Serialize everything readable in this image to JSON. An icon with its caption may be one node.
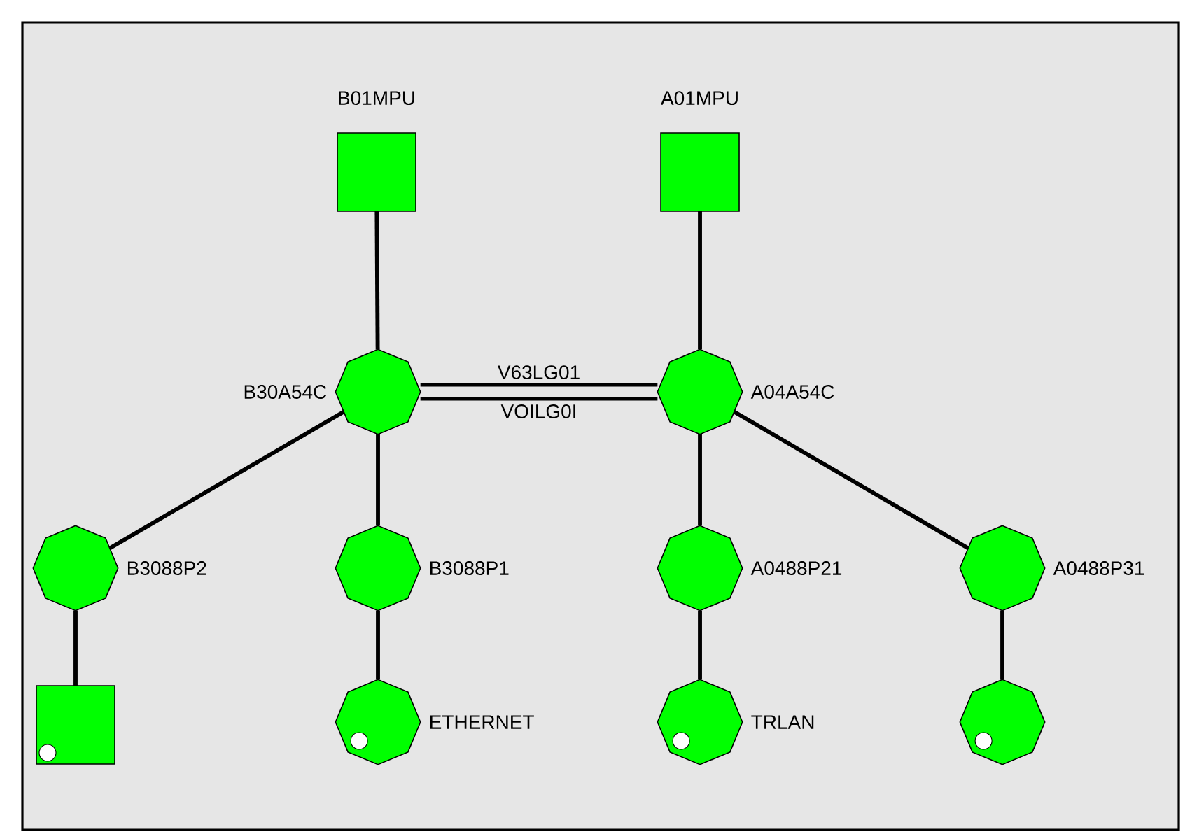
{
  "diagram": {
    "nodes": [
      {
        "text": [
          "B01MPU"
        ]
      },
      {
        "text": [
          "A01MPU"
        ]
      },
      {
        "text": [
          "B30A54C"
        ]
      },
      {
        "text": [
          "A04A54C"
        ]
      },
      {
        "text": [
          "B3088P2"
        ]
      },
      {
        "text": [
          "B3088P1"
        ]
      },
      {
        "text": [
          "A0488P21"
        ]
      },
      {
        "text": [
          "A0488P31"
        ]
      },
      {
        "text": [],
        "shape": "box"
      },
      {
        "text": [
          "ETHERNET"
        ]
      },
      {
        "text": [
          "TRLAN"
        ]
      },
      {
        "text": [],
        "shape": "octagon"
      }
    ],
    "edges": [
      {
        "from": 0,
        "to": 2,
        "arrow": "none"
      },
      {
        "from": 1,
        "to": 3,
        "arrow": "none"
      },
      {
        "from": 2,
        "to": 3,
        "arrow": "none",
        "label": "V63LG01"
      },
      {
        "from": 2,
        "to": 3,
        "arrow": "none",
        "label": "VOILG0I"
      },
      {
        "from": 2,
        "to": 4,
        "arrow": "none"
      },
      {
        "from": 2,
        "to": 5,
        "arrow": "none"
      },
      {
        "from": 3,
        "to": 6,
        "arrow": "none"
      },
      {
        "from": 3,
        "to": 7,
        "arrow": "none"
      },
      {
        "from": 4,
        "to": 8,
        "arrow": "none"
      },
      {
        "from": 5,
        "to": 9,
        "arrow": "none"
      },
      {
        "from": 6,
        "to": 10,
        "arrow": "none"
      },
      {
        "from": 7,
        "to": 11,
        "arrow": "none"
      }
    ]
  }
}
